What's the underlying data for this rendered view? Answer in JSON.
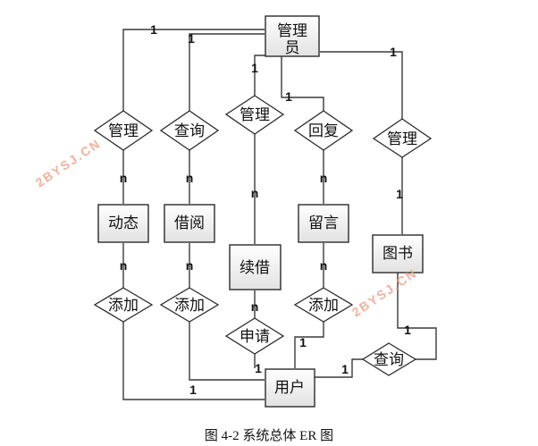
{
  "entities": {
    "admin": "管理员",
    "news": "动态",
    "borrow": "借阅",
    "renew": "续借",
    "message": "留言",
    "book": "图书",
    "user": "用户"
  },
  "relationships": {
    "manage_news": "管理",
    "query_borrow": "查询",
    "manage_renew": "管理",
    "reply": "回复",
    "manage_book": "管理",
    "add_news": "添加",
    "add_borrow": "添加",
    "apply": "申请",
    "add_message": "添加",
    "query_book": "查询"
  },
  "cardinalities": {
    "admin_manage_news": "1",
    "admin_query_borrow": "1",
    "admin_manage_renew": "1",
    "admin_reply": "1",
    "admin_manage_book": "1",
    "manage_news_news": "n",
    "query_borrow_borrow": "n",
    "manage_renew_renew": "n",
    "reply_message": "n",
    "manage_book_book": "1",
    "news_add": "n",
    "borrow_add": "n",
    "renew_apply": "n",
    "message_add": "n",
    "add_message_user": "1",
    "apply_user": "1",
    "add_borrow_user": "1",
    "book_query": "1",
    "query_user": "1"
  },
  "watermarks": [
    "2BYSJ.CN",
    "2BYSJ.CN"
  ],
  "caption": "图 4-2    系统总体 ER 图"
}
